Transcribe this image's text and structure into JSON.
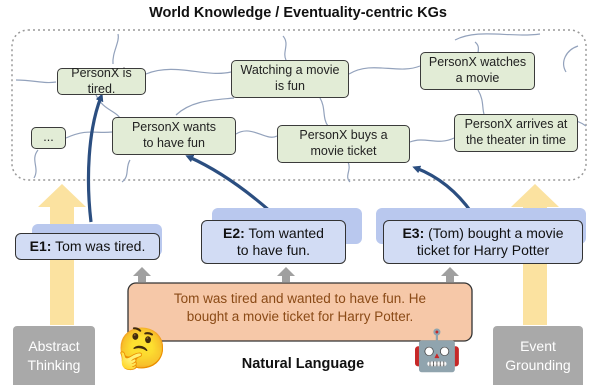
{
  "title": "World Knowledge / Eventuality-centric KGs",
  "kg_nodes": {
    "tired": "PersonX is tired.",
    "watching": "Watching a movie\nis fun",
    "watches": "PersonX watches\na movie",
    "ellipsis": "...",
    "wants_fun": "PersonX wants\nto have fun",
    "buys_ticket": "PersonX buys a\nmovie ticket",
    "arrives": "PersonX arrives at\nthe theater in time"
  },
  "events": {
    "e1_label": "E1:",
    "e1_text": "Tom was tired.",
    "e2_label": "E2:",
    "e2_text": "Tom wanted\nto have fun.",
    "e3_label": "E3:",
    "e3_text": "(Tom) bought a movie\nticket for Harry Potter"
  },
  "sentence": "Tom was tired and wanted to have fun. He\nbought a movie ticket for Harry Potter.",
  "natural_language": "Natural Language",
  "abstract_thinking": "Abstract\nThinking",
  "event_grounding": "Event\nGrounding",
  "emoji_thinking": "🤔",
  "emoji_robot": "🤖",
  "colors": {
    "kg_node_fill": "#e2ecd6",
    "event_fill": "#d2dcf4",
    "sentence_fill": "#f6c8a8",
    "arrow_blue": "#2b4e80",
    "arrow_yellow": "#fbe2a0",
    "gray_up_arrow": "#a0a0a0",
    "side_box": "#a9a9a9"
  }
}
